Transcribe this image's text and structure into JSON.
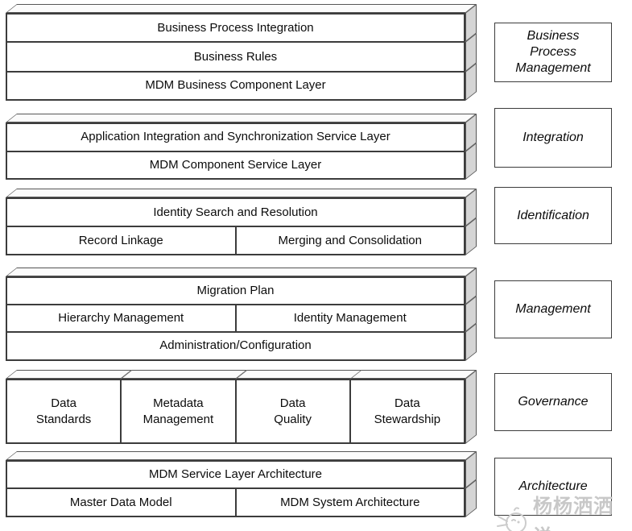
{
  "diagram": {
    "groups": [
      {
        "label": "Business\nProcess\nManagement",
        "rows": [
          {
            "cells": [
              "Business Process Integration"
            ]
          },
          {
            "cells": [
              "Business Rules"
            ]
          },
          {
            "cells": [
              "MDM Business Component Layer"
            ]
          }
        ]
      },
      {
        "label": "Integration",
        "rows": [
          {
            "cells": [
              "Application Integration and Synchronization Service Layer"
            ]
          },
          {
            "cells": [
              "MDM Component Service Layer"
            ]
          }
        ]
      },
      {
        "label": "Identification",
        "rows": [
          {
            "cells": [
              "Identity Search and Resolution"
            ]
          },
          {
            "cells": [
              "Record Linkage",
              "Merging and Consolidation"
            ]
          }
        ]
      },
      {
        "label": "Management",
        "rows": [
          {
            "cells": [
              "Migration Plan"
            ]
          },
          {
            "cells": [
              "Hierarchy Management",
              "Identity Management"
            ]
          },
          {
            "cells": [
              "Administration/Configuration"
            ]
          }
        ]
      },
      {
        "label": "Governance",
        "rows": [
          {
            "cells": [
              "Data\nStandards",
              "Metadata\nManagement",
              "Data\nQuality",
              "Data\nStewardship"
            ]
          }
        ]
      },
      {
        "label": "Architecture",
        "rows": [
          {
            "cells": [
              "MDM Service Layer Architecture"
            ]
          },
          {
            "cells": [
              "Master Data Model",
              "MDM System Architecture"
            ]
          }
        ]
      }
    ],
    "watermark": {
      "icon": "fish-icon",
      "text": "杨杨洒洒说"
    },
    "colors": {
      "border": "#3c3c3c",
      "edge": "#565656",
      "top_face": "#fbfbfb",
      "side_face": "#d5d5d5",
      "text": "#0c0c0c",
      "watermark": "#c8c8c8",
      "background": "#ffffff"
    }
  }
}
